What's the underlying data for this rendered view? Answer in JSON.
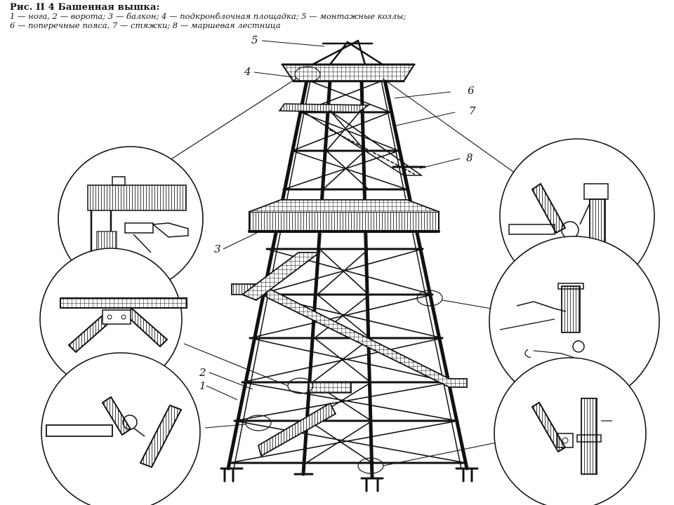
{
  "figure": {
    "title": "Рис. II 4  Башенная вышка:",
    "legend_line1": "1 — нога, 2 — ворота; 3 — балкон; 4 — подкронблочная площадка; 5 — монтажные козлы;",
    "legend_line2": "6 — поперечные пояса, 7 — стяжки; 8 — маршевая лестница"
  },
  "callouts": [
    "1",
    "2",
    "3",
    "4",
    "5",
    "6",
    "7",
    "8"
  ],
  "details": [
    {
      "name": "detail-top-left",
      "depicts": "crown block platform joint"
    },
    {
      "name": "detail-mid-left",
      "depicts": "brace plate connection"
    },
    {
      "name": "detail-bottom-left",
      "depicts": "leg to girt joint"
    },
    {
      "name": "detail-top-right",
      "depicts": "leg clamp with brace"
    },
    {
      "name": "detail-mid-right",
      "depicts": "tie rod fastening"
    },
    {
      "name": "detail-bottom-right",
      "depicts": "leg splice with bolt"
    }
  ],
  "colors": {
    "ink": "#111111",
    "paper": "#ffffff"
  }
}
